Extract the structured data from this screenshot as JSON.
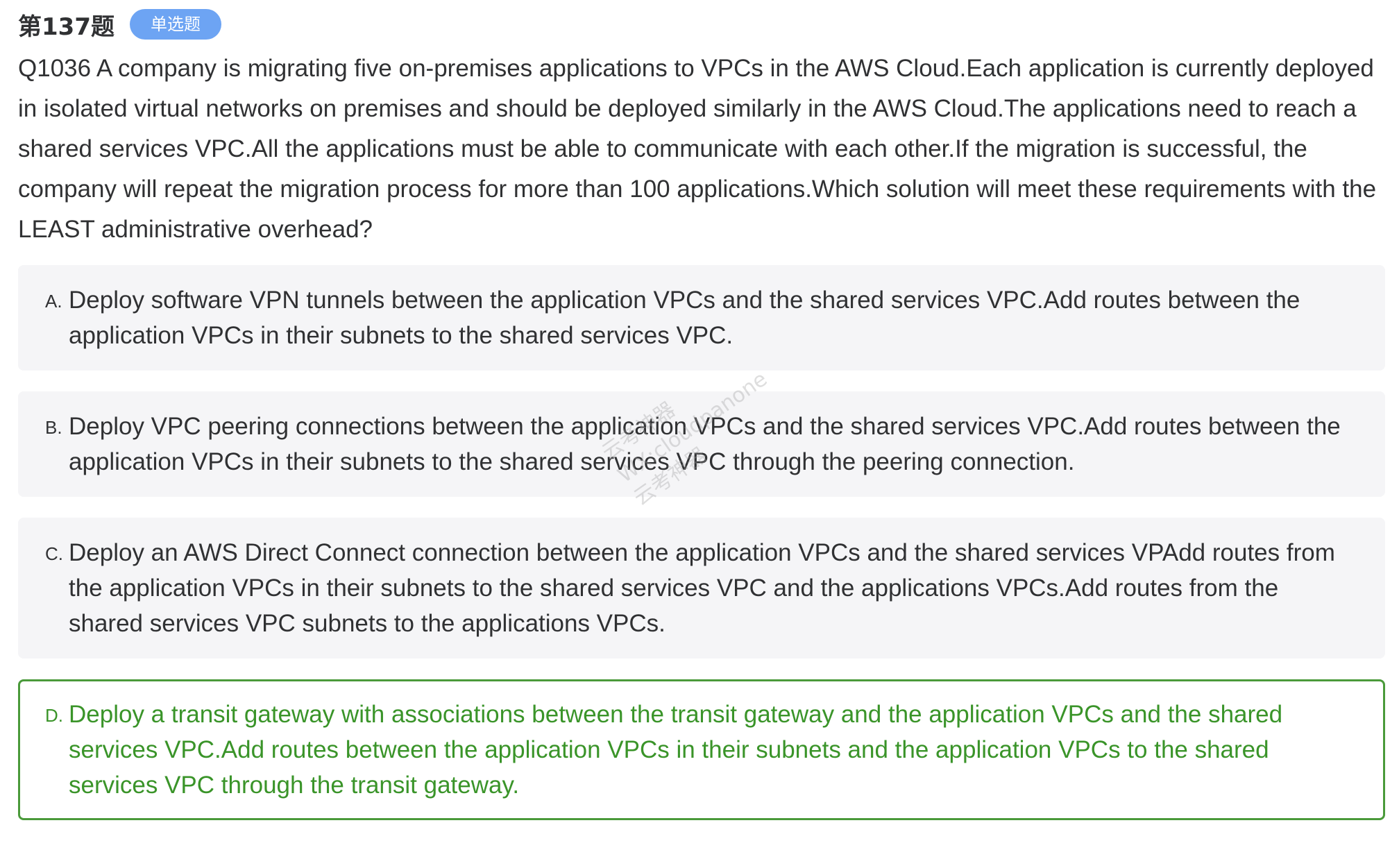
{
  "question": {
    "number_label": "第137题",
    "type_badge": "单选题",
    "text": "Q1036 A company is migrating five on-premises applications to VPCs in the AWS Cloud.Each application is currently deployed in isolated virtual networks on premises and should be deployed similarly in the AWS Cloud.The applications need to reach a shared services VPC.All the applications must be able to communicate with each other.If the migration is successful, the company will repeat the migration process for more than 100 applications.Which solution will meet these requirements with the LEAST administrative overhead?"
  },
  "options": [
    {
      "letter": "A.",
      "text": "Deploy software VPN tunnels between the application VPCs and the shared services VPC.Add routes between the application VPCs in their subnets to the shared services VPC."
    },
    {
      "letter": "B.",
      "text": "Deploy VPC peering connections between the application VPCs and the shared services VPC.Add routes between the application VPCs in their subnets to the shared services VPC through the peering connection."
    },
    {
      "letter": "C.",
      "text": "Deploy an AWS Direct Connect connection between the application VPCs and the shared services VPAdd routes from the application VPCs in their subnets to the shared services VPC and the applications VPCs.Add routes from the shared services VPC subnets to the applications VPCs."
    },
    {
      "letter": "D.",
      "text": "Deploy a transit gateway with associations between the transit gateway and the application VPCs and the shared services VPC.Add routes between the application VPCs in their subnets and the application VPCs to the shared services VPC through the transit gateway."
    }
  ],
  "correct_option": "D.",
  "colors": {
    "badge": "#6da4f3",
    "correct": "#3a9429",
    "option_bg": "#f5f5f7"
  },
  "watermark": {
    "line1": "云考神器",
    "line2": "WX:cloudpanone",
    "line3": "云考神器"
  }
}
